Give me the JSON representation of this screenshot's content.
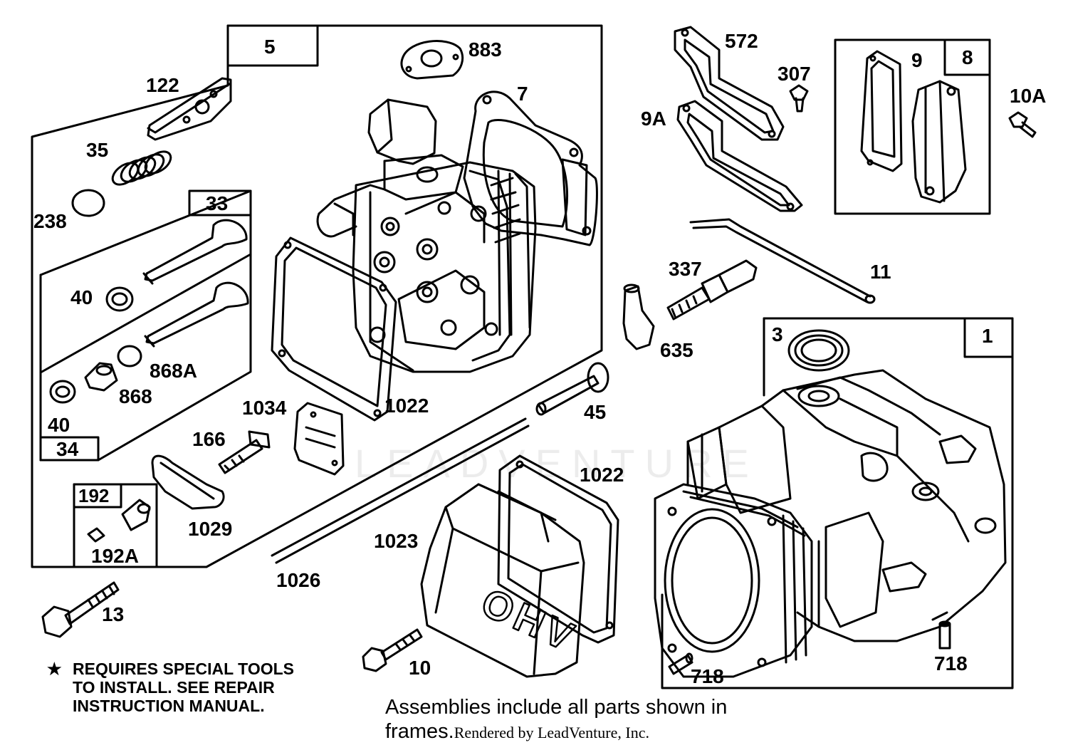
{
  "frames": {
    "head_assembly": "5",
    "exhaust_valve_kit": "33",
    "intake_valve_kit": "34",
    "breather_set": "192",
    "breather_assembly": "8",
    "cylinder_assembly": "1"
  },
  "parts": {
    "p883": "883",
    "p7": "7",
    "p122": "122",
    "p35": "35",
    "p238": "238",
    "p40a": "40",
    "p40b": "40",
    "p868a": "868A",
    "p868": "868",
    "p1022a": "1022",
    "p1034": "1034",
    "p166": "166",
    "p1029": "1029",
    "p192a": "192A",
    "p45": "45",
    "p572": "572",
    "p307": "307",
    "p9a": "9A",
    "p9": "9",
    "p10a": "10A",
    "p337": "337",
    "p11": "11",
    "p635": "635",
    "p3": "3",
    "p1022b": "1022",
    "p1023": "1023",
    "p1026": "1026",
    "p13": "13",
    "p10": "10",
    "p718a": "718",
    "p718b": "718"
  },
  "cover_marking": "OHV",
  "note": {
    "star": "★",
    "line1": "REQUIRES SPECIAL TOOLS",
    "line2": "TO INSTALL.  SEE REPAIR",
    "line3": "INSTRUCTION MANUAL."
  },
  "caption": {
    "line1": "Assemblies include all parts shown in",
    "line2": "frames.",
    "credit": "Rendered by LeadVenture, Inc."
  },
  "watermark": "LEADVENTURE"
}
